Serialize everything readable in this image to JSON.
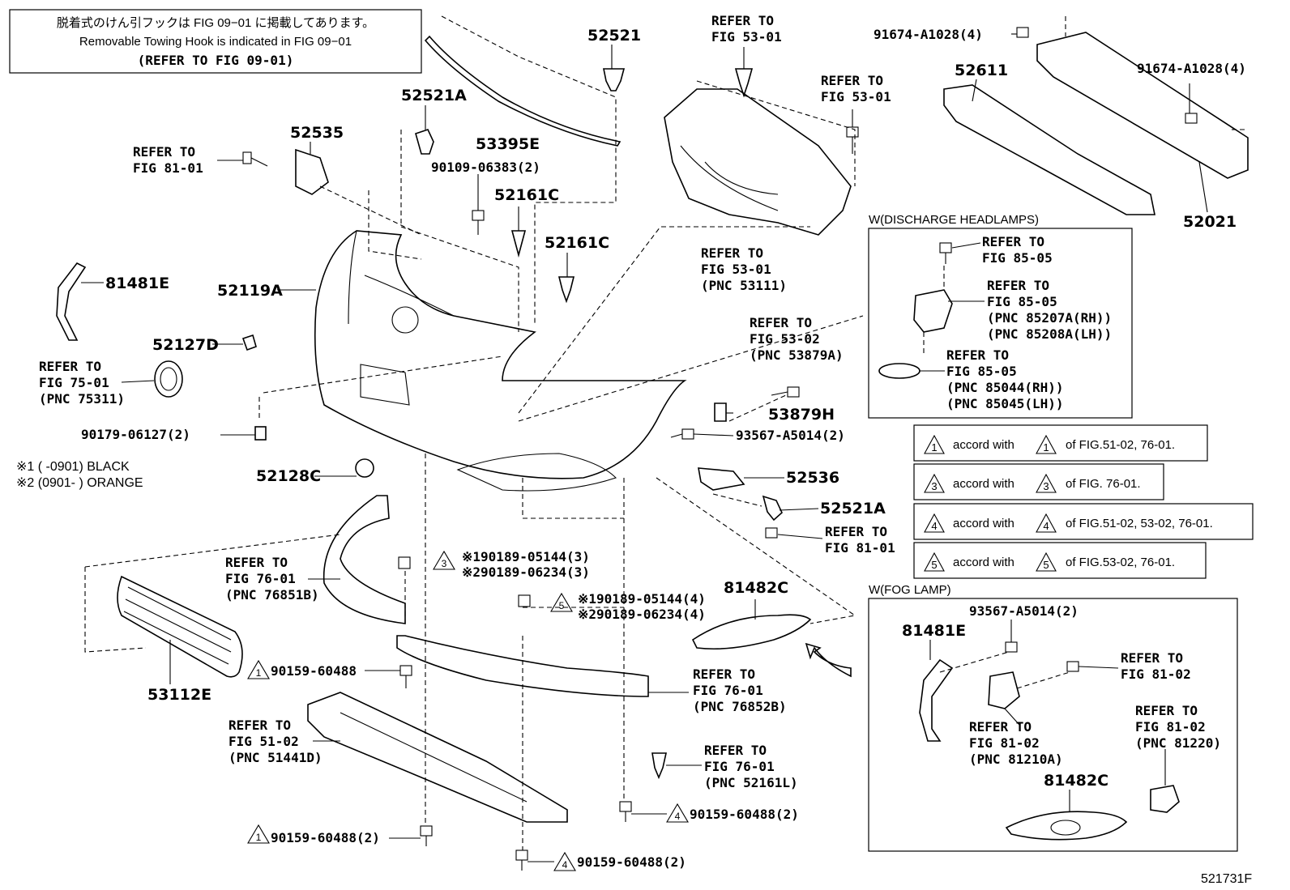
{
  "notice": {
    "line1": "脱着式のけん引フックは FIG 09−01 に掲載してあります。",
    "line2": "Removable Towing Hook is indicated in FIG 09−01",
    "line3": "(REFER TO FIG 09-01)"
  },
  "parts": {
    "p52521": "52521",
    "p52521A_top": "52521A",
    "p53395E": "53395E",
    "p52535": "52535",
    "p90109": "90109-06383(2)",
    "p52161C_a": "52161C",
    "p52161C_b": "52161C",
    "p81481E": "81481E",
    "p52119A": "52119A",
    "p52127D": "52127D",
    "p90179": "90179-06127(2)",
    "p52128C": "52128C",
    "p52611": "52611",
    "p91674_a": "91674-A1028(4)",
    "p91674_b": "91674-A1028(4)",
    "p52021": "52021",
    "p53879H": "53879H",
    "p93567": "93567-A5014(2)",
    "p52536": "52536",
    "p52521A_mid": "52521A",
    "p81482C": "81482C",
    "p53112E": "53112E",
    "p90159_mid": "90159-60488",
    "p90159_low": "90159-60488(2)",
    "p90159_right": "90159-60488(2)",
    "p90159_bottom": "90159-60488(2)",
    "p90189_a1": "※190189-05144(3)",
    "p90189_a2": "※290189-06234(3)",
    "p90189_b1": "※190189-05144(4)",
    "p90189_b2": "※290189-06234(4)",
    "fog_93567": "93567-A5014(2)",
    "fog_81481E": "81481E",
    "fog_81482C": "81482C",
    "diagram_id": "521731F"
  },
  "refs": {
    "r_fig81_01_a": [
      "REFER TO",
      "FIG 81-01"
    ],
    "r_fig75_01": [
      "REFER TO",
      "FIG 75-01",
      "(PNC 75311)"
    ],
    "r_fig53_01_top": [
      "REFER TO",
      "FIG 53-01"
    ],
    "r_fig53_01_right": [
      "REFER TO",
      "FIG 53-01"
    ],
    "r_fig53_01_grille": [
      "REFER TO",
      "FIG 53-01",
      "(PNC 53111)"
    ],
    "r_fig53_02": [
      "REFER TO",
      "FIG 53-02",
      "(PNC 53879A)"
    ],
    "r_fig81_01_b": [
      "REFER TO",
      "FIG 81-01"
    ],
    "r_fig76_01_a": [
      "REFER TO",
      "FIG 76-01",
      "(PNC 76851B)"
    ],
    "r_fig76_01_b": [
      "REFER TO",
      "FIG 76-01",
      "(PNC 76852B)"
    ],
    "r_fig51_02": [
      "REFER TO",
      "FIG 51-02",
      "(PNC 51441D)"
    ],
    "r_fig76_01_c": [
      "REFER TO",
      "FIG 76-01",
      "(PNC 52161L)"
    ],
    "r_fig85_05_a": [
      "REFER TO",
      "FIG 85-05"
    ],
    "r_fig85_05_b": [
      "REFER TO",
      "FIG 85-05",
      "(PNC 85207A(RH))",
      "(PNC 85208A(LH))"
    ],
    "r_fig85_05_c": [
      "REFER TO",
      "FIG 85-05",
      "(PNC 85044(RH))",
      "(PNC 85045(LH))"
    ],
    "r_fig81_02_a": [
      "REFER TO",
      "FIG 81-02"
    ],
    "r_fig81_02_b": [
      "REFER TO",
      "FIG 81-02",
      "(PNC 81210A)"
    ],
    "r_fig81_02_c": [
      "REFER TO",
      "FIG 81-02",
      "(PNC 81220)"
    ]
  },
  "color_notes": {
    "line1": "※1 (       -0901) BLACK",
    "line2": "※2 (0901-        ) ORANGE"
  },
  "sections": {
    "discharge": "W(DISCHARGE HEADLAMPS)",
    "fog": "W(FOG LAMP)"
  },
  "accord_notes": [
    {
      "num": "1",
      "text_a": "accord with",
      "text_b": "of FIG.51-02, 76-01."
    },
    {
      "num": "3",
      "text_a": "accord with",
      "text_b": "of FIG. 76-01."
    },
    {
      "num": "4",
      "text_a": "accord with",
      "text_b": "of FIG.51-02, 53-02, 76-01."
    },
    {
      "num": "5",
      "text_a": "accord with",
      "text_b": "of FIG.53-02, 76-01."
    }
  ],
  "markers": {
    "m1": "1",
    "m3": "3",
    "m4": "4",
    "m5": "5"
  }
}
